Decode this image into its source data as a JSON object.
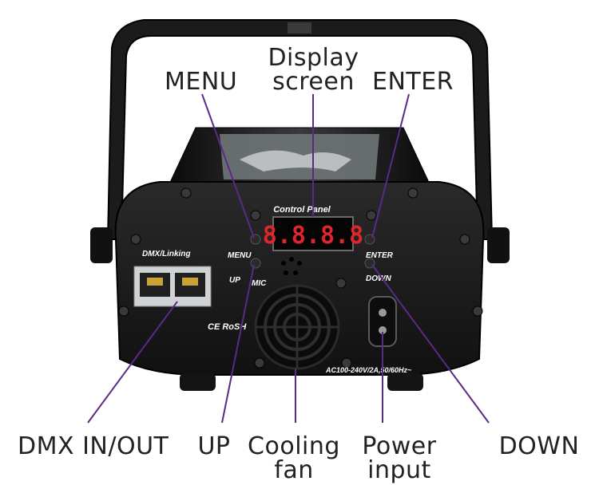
{
  "callouts": {
    "menu": "MENU",
    "display_line1": "Display",
    "display_line2": "screen",
    "enter": "ENTER",
    "dmx": "DMX IN/OUT",
    "up": "UP",
    "cooling_line1": "Cooling",
    "cooling_line2": "fan",
    "power_line1": "Power",
    "power_line2": "input",
    "down": "DOWN"
  },
  "panel": {
    "title": "Control Panel",
    "display_digits": "8.8.8.8",
    "menu": "MENU",
    "enter": "ENTER",
    "up": "UP",
    "mic": "MIC",
    "down": "DOWN",
    "dmx": "DMX/Linking",
    "cert": "CE RoSH",
    "power_spec": "AC100-240V/2A,50/60Hz~"
  },
  "colors": {
    "callout_line": "#5b2a86",
    "device_body": "#1a1a1a",
    "display_digit": "#e0242c"
  }
}
